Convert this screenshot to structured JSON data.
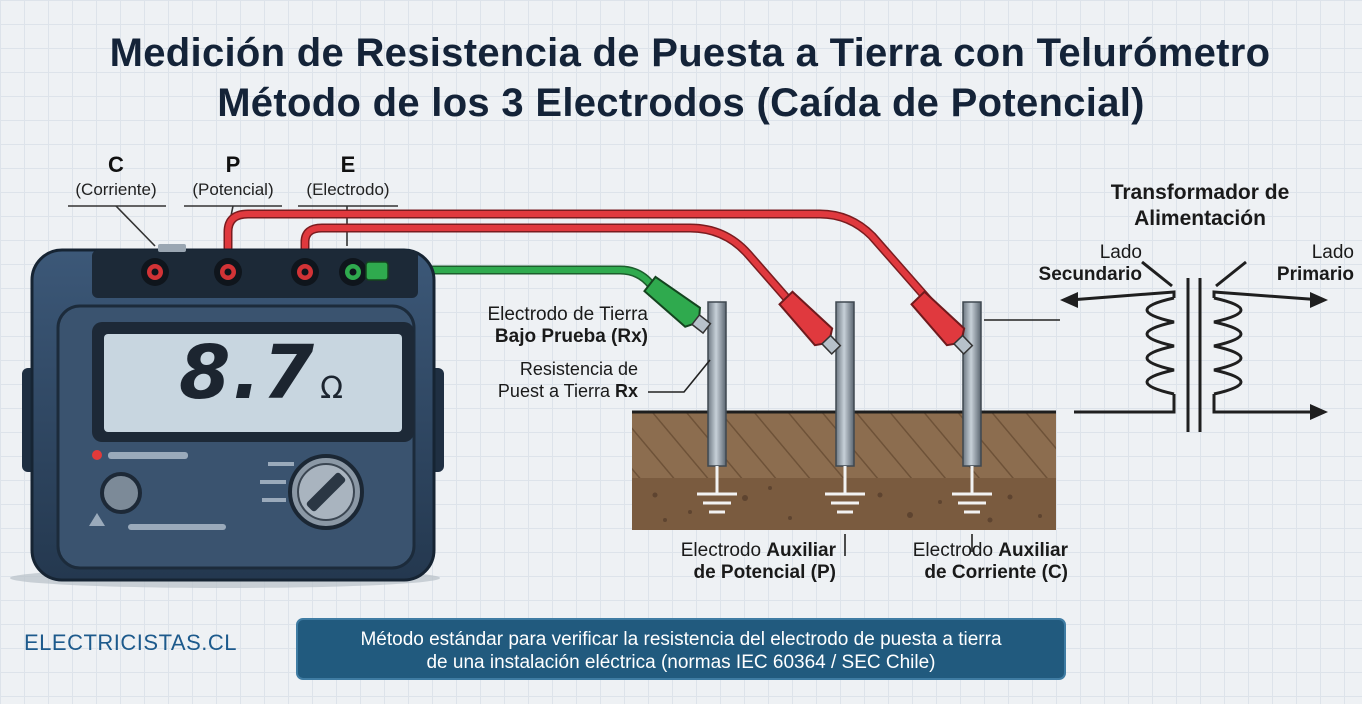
{
  "title": {
    "line1": "Medición de Resistencia de Puesta a Tierra con Telurómetro",
    "line2": "Método de los 3 Electrodos (Caída de Potencial)"
  },
  "terminals": [
    {
      "letter": "C",
      "label": "(Corriente)"
    },
    {
      "letter": "P",
      "label": "(Potencial)"
    },
    {
      "letter": "E",
      "label": "(Electrodo)"
    }
  ],
  "meter": {
    "reading": "8.7",
    "unit": "Ω"
  },
  "labels": {
    "test_electrode_line1": "Electrodo de Tierra",
    "test_electrode_line2": "Bajo Prueba (Rx)",
    "resistance_line1": "Resistencia de",
    "resistance_line2_a": "Puest a Tierra ",
    "resistance_line2_b": "Rx",
    "aux_p_a": "Electrodo ",
    "aux_p_b": "Auxiliar",
    "aux_p_line2": "de Potencial (P)",
    "aux_c_a": "Electrodo ",
    "aux_c_b": "Auxiliar",
    "aux_c_line2": "de Corriente (C)"
  },
  "transformer": {
    "title_line1": "Transformador de",
    "title_line2": "Alimentación",
    "secondary_line1": "Lado",
    "secondary_line2": "Secundario",
    "primary_line1": "Lado",
    "primary_line2": "Primario"
  },
  "brand": "ELECTRICISTAS.CL",
  "banner": {
    "line1": "Método estándar para verificar la resistencia del electrodo de puesta a tierra",
    "line2": "de una instalación eléctrica (normas IEC 60364 / SEC Chile)"
  },
  "colors": {
    "title": "#142338",
    "lead_red": "#e0393e",
    "lead_green": "#2faa4e",
    "meter_body": "#2f4660",
    "lcd": "#c8d6e0",
    "soil": "#8a6a4c",
    "banner": "#215a7e"
  }
}
